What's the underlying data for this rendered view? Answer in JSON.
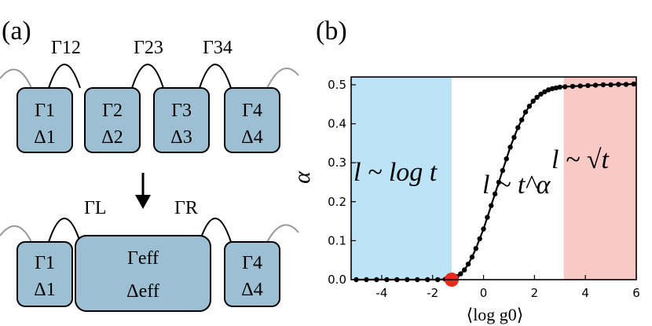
{
  "panel_a": {
    "label": "(a)",
    "top_couplings": [
      "Γ12",
      "Γ23",
      "Γ34"
    ],
    "top_boxes": [
      {
        "gamma": "Γ1",
        "delta": "Δ1"
      },
      {
        "gamma": "Γ2",
        "delta": "Δ2"
      },
      {
        "gamma": "Γ3",
        "delta": "Δ3"
      },
      {
        "gamma": "Γ4",
        "delta": "Δ4"
      }
    ],
    "bottom_couplings": [
      "ΓL",
      "ΓR"
    ],
    "bottom_boxes": [
      {
        "gamma": "Γ1",
        "delta": "Δ1"
      },
      {
        "gamma": "Γeff",
        "delta": "Δeff"
      },
      {
        "gamma": "Γ4",
        "delta": "Δ4"
      }
    ],
    "colors": {
      "box_fill": "#9dbfd3",
      "line": "#000000",
      "side_links": "#999999"
    }
  },
  "panel_b": {
    "label": "(b)",
    "region_texts": {
      "left": "l ~ log t",
      "middle": "l ~ t^α",
      "right": "l ~ √t"
    },
    "colors": {
      "left_region": "#bde3f7",
      "right_region": "#f9c9c5",
      "curve": "#000000",
      "critical_point": "#e8291b"
    }
  },
  "chart_data": {
    "type": "line",
    "xlabel": "⟨log g0⟩",
    "ylabel": "α",
    "xlim": [
      -5.2,
      6
    ],
    "ylim": [
      0,
      0.52
    ],
    "xticks": [
      -4,
      -2,
      0,
      2,
      4,
      6
    ],
    "xtick_labels": [
      "-4",
      "-2",
      "0",
      "2",
      "4",
      "6"
    ],
    "yticks": [
      0,
      0.1,
      0.2,
      0.3,
      0.4,
      0.5
    ],
    "ytick_labels": [
      "0.0",
      "0.1",
      "0.2",
      "0.3",
      "0.4",
      "0.5"
    ],
    "grid": false,
    "shaded_regions": [
      {
        "x": [
          -5.2,
          -1.25
        ],
        "color": "#bde3f7"
      },
      {
        "x": [
          3.15,
          6
        ],
        "color": "#f9c9c5"
      }
    ],
    "critical_point": {
      "x": -1.25,
      "y": 0
    },
    "series": [
      {
        "x": [
          -5.0,
          -4.6,
          -4.2,
          -3.8,
          -3.4,
          -3.0,
          -2.6,
          -2.2,
          -1.8,
          -1.5,
          -1.2,
          -1.05,
          -0.9,
          -0.75,
          -0.6,
          -0.45,
          -0.3,
          -0.15,
          0.0,
          0.15,
          0.3,
          0.45,
          0.6,
          0.75,
          0.9,
          1.05,
          1.2,
          1.35,
          1.5,
          1.65,
          1.8,
          1.95,
          2.1,
          2.25,
          2.4,
          2.55,
          2.7,
          2.85,
          3.0,
          3.2,
          3.5,
          3.8,
          4.1,
          4.4,
          4.7,
          5.0,
          5.3,
          5.6,
          5.9
        ],
        "y": [
          0.0,
          0.0,
          0.0,
          0.0,
          0.0,
          0.0,
          0.0,
          0.0,
          0.0,
          0.001,
          0.004,
          0.008,
          0.015,
          0.025,
          0.04,
          0.058,
          0.08,
          0.105,
          0.13,
          0.16,
          0.19,
          0.22,
          0.25,
          0.28,
          0.31,
          0.34,
          0.365,
          0.39,
          0.41,
          0.43,
          0.445,
          0.458,
          0.468,
          0.476,
          0.482,
          0.487,
          0.49,
          0.492,
          0.494,
          0.495,
          0.496,
          0.497,
          0.498,
          0.499,
          0.5,
          0.5,
          0.501,
          0.501,
          0.502
        ]
      }
    ]
  }
}
